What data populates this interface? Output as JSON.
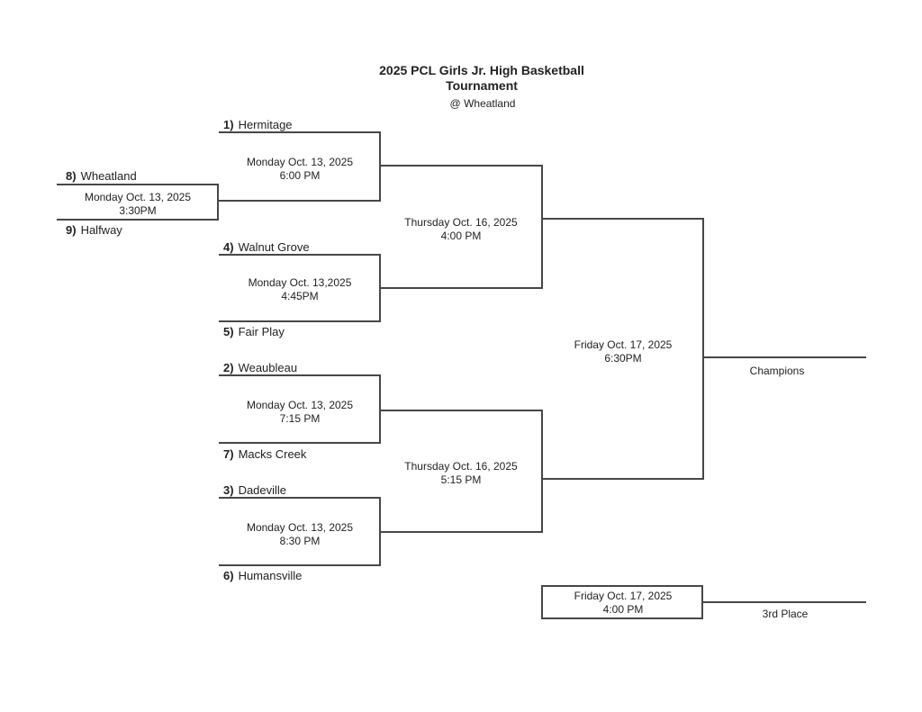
{
  "page": {
    "title_line1": "2025 PCL Girls Jr. High Basketball",
    "title_line2": "Tournament",
    "location": "@ Wheatland"
  },
  "teams": {
    "seed1": {
      "seed": "1)",
      "name": "Hermitage"
    },
    "seed2": {
      "seed": "2)",
      "name": "Weaubleau"
    },
    "seed3": {
      "seed": "3)",
      "name": "Dadeville"
    },
    "seed4": {
      "seed": "4)",
      "name": "Walnut Grove"
    },
    "seed5": {
      "seed": "5)",
      "name": "Fair Play"
    },
    "seed6": {
      "seed": "6)",
      "name": "Humansville"
    },
    "seed7": {
      "seed": "7)",
      "name": "Macks Creek"
    },
    "seed8": {
      "seed": "8)",
      "name": "Wheatland"
    },
    "seed9": {
      "seed": "9)",
      "name": "Halfway"
    }
  },
  "games": {
    "playin": {
      "date": "Monday Oct. 13, 2025",
      "time": "3:30PM"
    },
    "qf1": {
      "date": "Monday Oct. 13, 2025",
      "time": "6:00 PM"
    },
    "qf2": {
      "date": "Monday Oct. 13,2025",
      "time": "4:45PM"
    },
    "qf3": {
      "date": "Monday Oct. 13, 2025",
      "time": "7:15 PM"
    },
    "qf4": {
      "date": "Monday Oct. 13, 2025",
      "time": "8:30 PM"
    },
    "semifinal1": {
      "date": "Thursday Oct. 16, 2025",
      "time": "4:00 PM"
    },
    "semifinal2": {
      "date": "Thursday Oct. 16, 2025",
      "time": "5:15 PM"
    },
    "championship": {
      "date": "Friday Oct. 17, 2025",
      "time": "6:30PM"
    },
    "third_place": {
      "date": "Friday Oct. 17, 2025",
      "time": "4:00 PM"
    }
  },
  "labels": {
    "champions": "Champions",
    "third_place": "3rd Place"
  },
  "colors": {
    "line": "#474747",
    "text": "#222222",
    "background": "#ffffff"
  }
}
